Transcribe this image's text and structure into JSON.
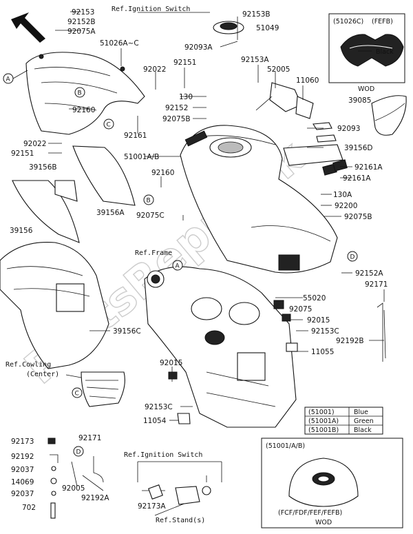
{
  "watermark": "PartsRepublik",
  "parts": {
    "p92153_top": "92153",
    "p92152B": "92152B",
    "p92075A": "92075A",
    "p51026AC": "51026A~C",
    "p92022a": "92022",
    "p92151a": "92151",
    "p130": "130",
    "p92152": "92152",
    "p92075B_top": "92075B",
    "p92160a": "92160",
    "p92161": "92161",
    "p92022b": "92022",
    "p92151b": "92151",
    "p39156B": "39156B",
    "p39156A": "39156A",
    "p39156": "39156",
    "p51001AB": "51001A/B",
    "p92160b": "92160",
    "p92075C": "92075C",
    "p92153B": "92153B",
    "p51049": "51049",
    "p92093A": "92093A",
    "p92153A": "92153A",
    "p52005": "52005",
    "p11060": "11060",
    "p39085": "39085",
    "p92093": "92093",
    "p39156D": "39156D",
    "p92161A": "92161A",
    "p92161A2": "92161A",
    "p130A": "130A",
    "p92200": "92200",
    "p92075B_r": "92075B",
    "p92152A": "92152A",
    "p92171": "92171",
    "p55020": "55020",
    "p92075": "92075",
    "p92015a": "92015",
    "p92153C_r": "92153C",
    "p92192B": "92192B",
    "p11055": "11055",
    "p39156C": "39156C",
    "p92015b": "92015",
    "p92153C_b": "92153C",
    "p11054": "11054",
    "p92173": "92173",
    "p92171b": "92171",
    "p92192": "92192",
    "p92037a": "92037",
    "p14069": "14069",
    "p92037b": "92037",
    "p92005": "92005",
    "p92192A": "92192A",
    "p702": "702",
    "p92173A": "92173A"
  },
  "refs": {
    "ignition_top": "Ref.Ignition Switch",
    "frame": "Ref.Frame",
    "cowling_line1": "Ref.Cowling",
    "cowling_line2": "(Center)",
    "ignition_bottom": "Ref.Ignition Switch",
    "stand": "Ref.Stand(s)"
  },
  "callouts": [
    "A",
    "B",
    "C",
    "D"
  ],
  "inset_top": {
    "code": "(51026C)",
    "models": "(FEFB)",
    "color_label": "Black",
    "footer": "WOD"
  },
  "color_table": [
    {
      "code": "(51001)",
      "color": "Blue"
    },
    {
      "code": "(51001A)",
      "color": "Green"
    },
    {
      "code": "(51001B)",
      "color": "Black"
    }
  ],
  "inset_bottom": {
    "code": "(51001/A/B)",
    "models": "(FCF/FDF/FEF/FEFB)",
    "footer": "WOD"
  }
}
